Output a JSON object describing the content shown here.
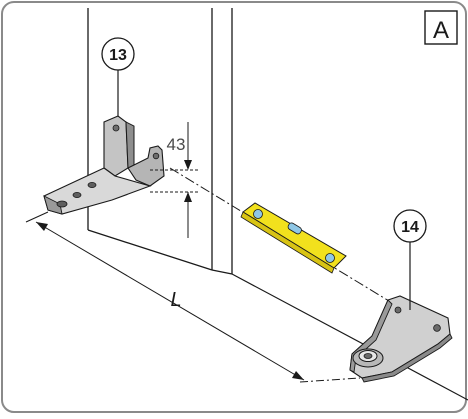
{
  "panel_label": "A",
  "callouts": {
    "bracket_top": "13",
    "bracket_floor": "14"
  },
  "dimensions": {
    "height_offset": "43",
    "length": "L"
  },
  "colors": {
    "panel_bg": "#ffffff",
    "panel_border": "#8a8a8a",
    "line": "#1a1a1a",
    "metal_light": "#d9d9d9",
    "metal_mid": "#a8a8a8",
    "metal_dark": "#707070",
    "level_yellow": "#f2e11d",
    "level_vial": "#8fc7e6"
  }
}
